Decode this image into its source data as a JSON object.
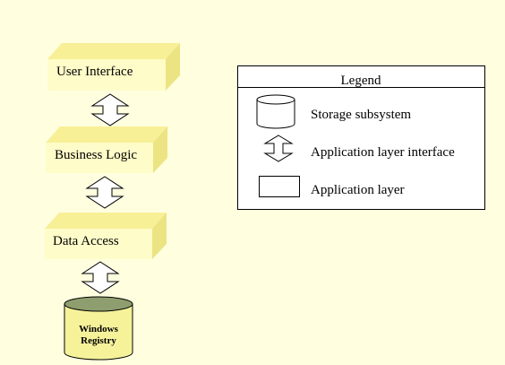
{
  "colors": {
    "background": "#ffffe0",
    "layer_front": "#fefcc8",
    "layer_top": "#f8f096",
    "layer_side": "#ece483",
    "arrow_fill": "#ffffff",
    "cylinder_top": "#8f9e6e",
    "cylinder_body": "#f6f29a",
    "outline": "#000000"
  },
  "layers": [
    {
      "label": "User Interface"
    },
    {
      "label": "Business Logic"
    },
    {
      "label": "Data Access"
    }
  ],
  "storage": {
    "line1": "Windows",
    "line2": "Registry"
  },
  "legend": {
    "title": "Legend",
    "items": [
      {
        "icon": "cylinder-icon",
        "label": "Storage subsystem"
      },
      {
        "icon": "double-arrow-icon",
        "label": "Application layer interface"
      },
      {
        "icon": "rectangle-icon",
        "label": "Application layer"
      }
    ]
  }
}
